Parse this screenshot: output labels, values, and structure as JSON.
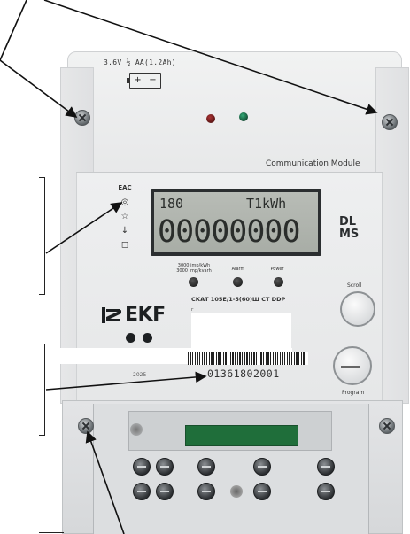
{
  "battery": {
    "label": "3.6V ½ AA(1.2Ah)",
    "plus": "+",
    "minus": "−"
  },
  "comm_module": {
    "label": "Communication Module"
  },
  "cert_marks": [
    "EAC",
    "◎",
    "☆",
    "↓",
    "◻"
  ],
  "lcd": {
    "top_left": "180",
    "unit": "T1kWh",
    "digits": "00000000"
  },
  "protocol": {
    "line1": "DL",
    "line2": "MS"
  },
  "indicators": {
    "impulse": {
      "line1": "3000 imp/kWh",
      "line2": "3000 imp/kvarh"
    },
    "alarm": "Alarm",
    "power": "Power"
  },
  "brand": {
    "name": "EKF"
  },
  "model": {
    "text": "СКАТ 105Е/1-5(60)Ш СТ DDP"
  },
  "serial": {
    "number": "01361802001",
    "year": "2025"
  },
  "buttons": {
    "scroll": "Scroll",
    "program": "Program"
  },
  "colors": {
    "lcd_bg": "#b1b5af",
    "terminal_green": "#1f6e3a",
    "led_red": "#7a1515",
    "led_green": "#0f4a2d"
  },
  "icons": [
    "seal-screw-icon",
    "battery-icon",
    "terminal-screw-icon",
    "barcode-icon"
  ]
}
